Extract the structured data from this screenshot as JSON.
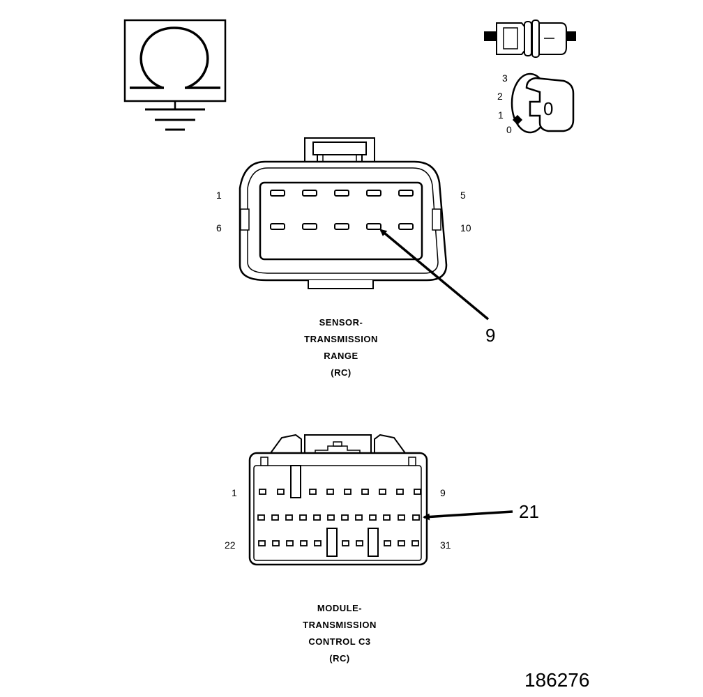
{
  "ohmmeter_symbol": {
    "symbol": "Ω",
    "icon": "ohmmeter-ground-icon"
  },
  "ignition": {
    "icon": "ignition-key-icon",
    "positions": [
      "3",
      "2",
      "1",
      "0"
    ],
    "key_label": "0"
  },
  "sensor_connector": {
    "pin_labels": {
      "top_left": "1",
      "top_right": "5",
      "bottom_left": "6",
      "bottom_right": "10"
    },
    "callout": "9",
    "title_lines": [
      "SENSOR-",
      "TRANSMISSION",
      "RANGE",
      "(RC)"
    ]
  },
  "module_connector": {
    "pin_labels": {
      "top_left": "1",
      "top_right": "9",
      "bottom_left": "22",
      "bottom_right": "31"
    },
    "callout": "21",
    "title_lines": [
      "MODULE-",
      "TRANSMISSION",
      "CONTROL C3",
      "(RC)"
    ]
  },
  "figure_number": "186276"
}
